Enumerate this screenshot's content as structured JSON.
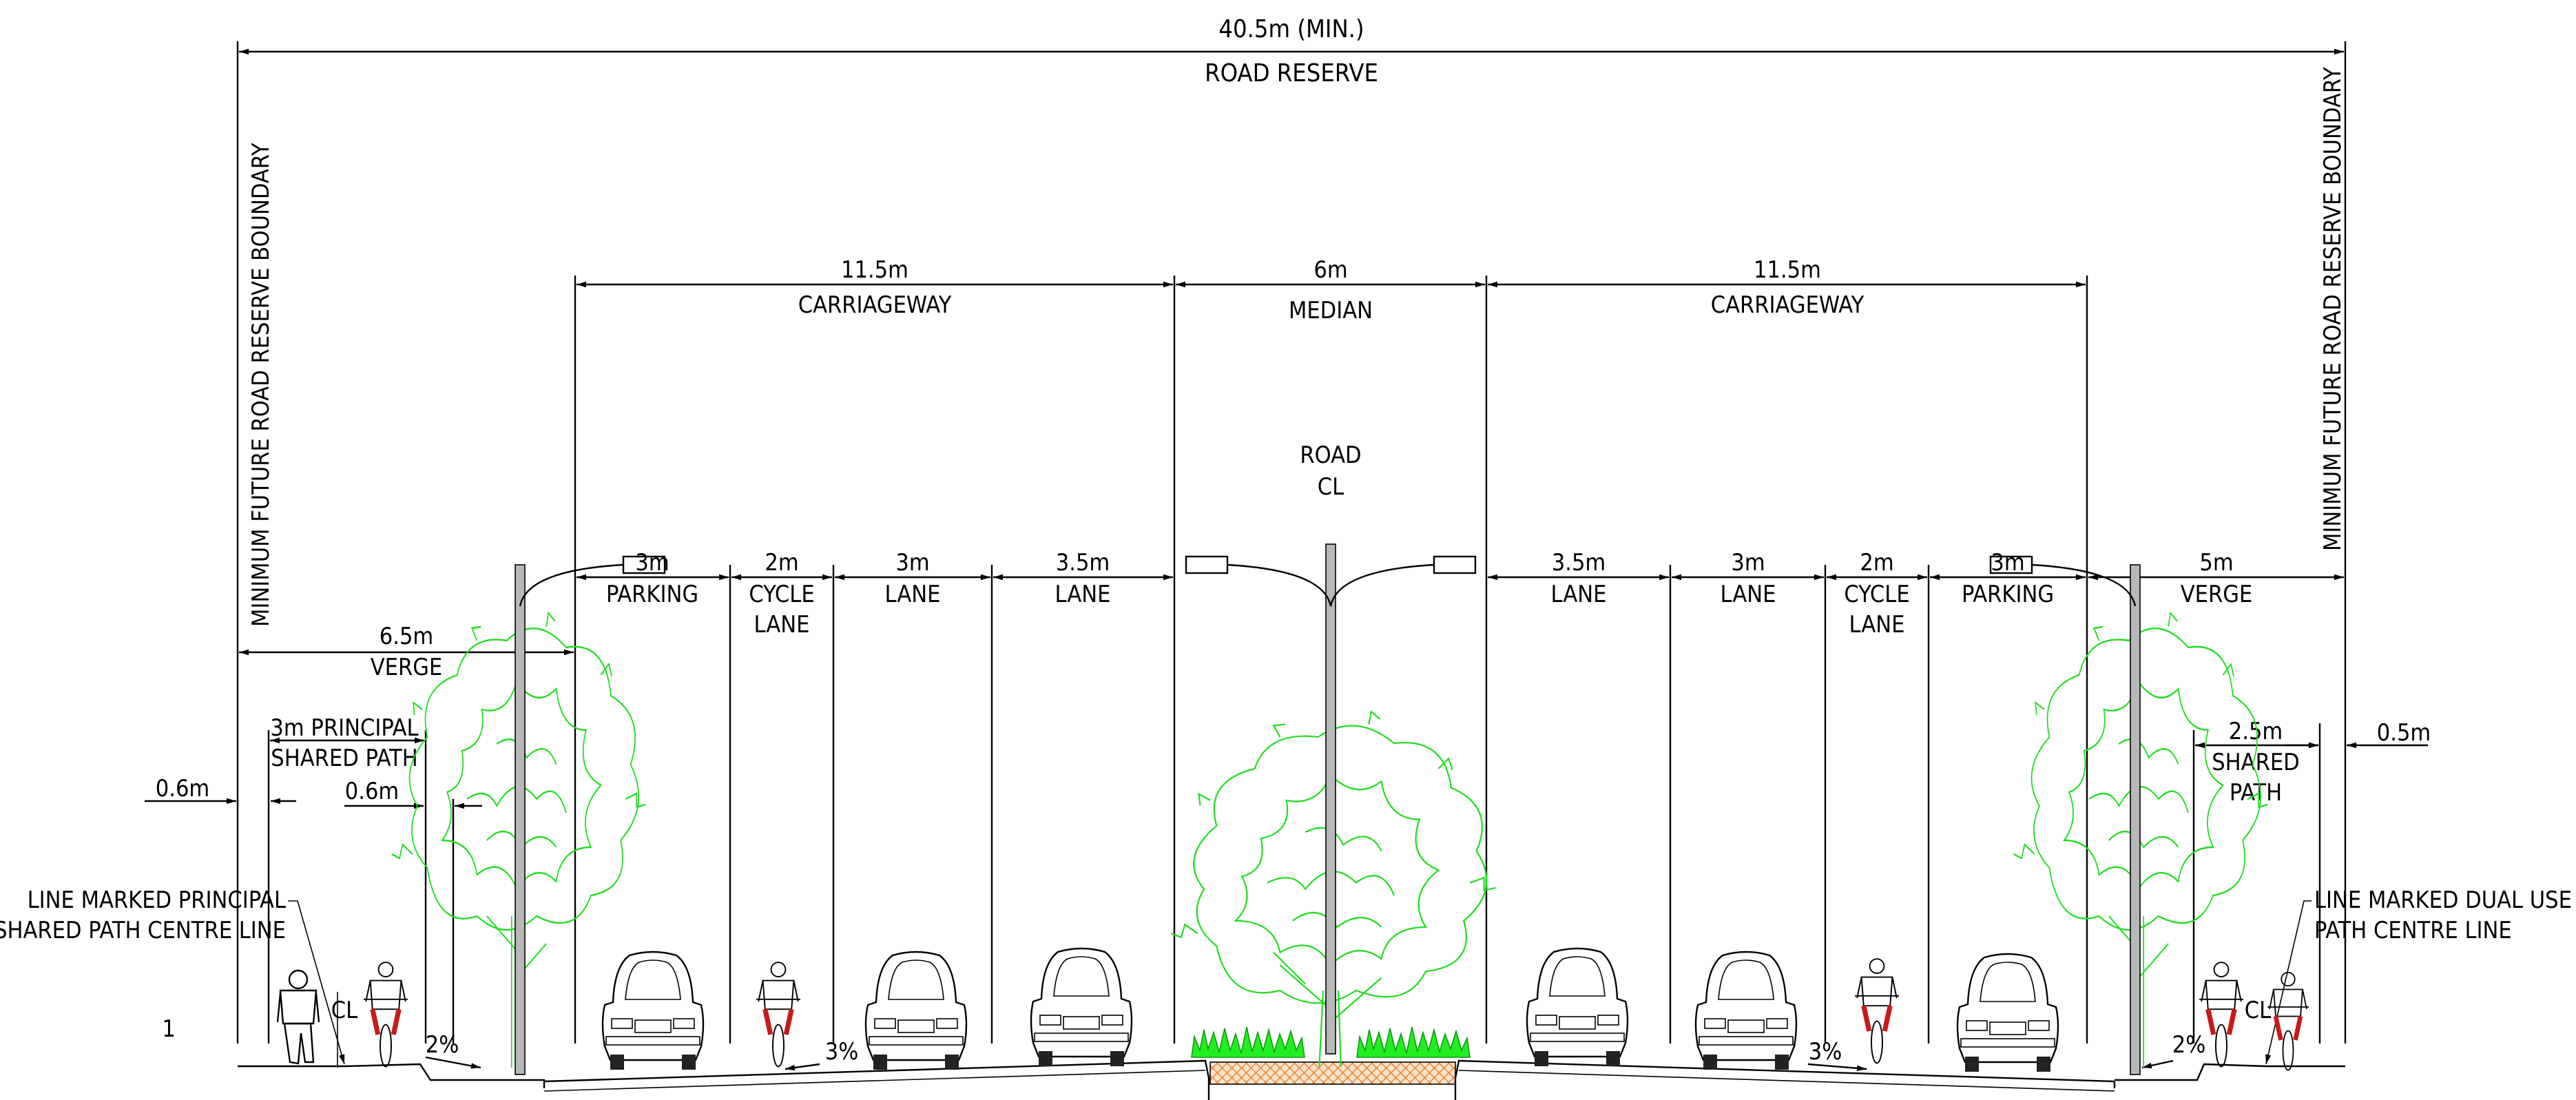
{
  "reserve": {
    "total": "40.5m (MIN.)",
    "label": "ROAD RESERVE",
    "boundary_left": "MINIMUM FUTURE ROAD RESERVE BOUNDARY",
    "boundary_right": "MINIMUM FUTURE ROAD RESERVE BOUNDARY"
  },
  "upper_dims": {
    "left_carriageway": {
      "value": "11.5m",
      "label": "CARRIAGEWAY"
    },
    "median": {
      "value": "6m",
      "label": "MEDIAN"
    },
    "right_carriageway": {
      "value": "11.5m",
      "label": "CARRIAGEWAY"
    }
  },
  "road_cl": [
    "ROAD",
    "CL"
  ],
  "lane_dims_left": [
    {
      "value": "3m",
      "label1": "PARKING",
      "label2": ""
    },
    {
      "value": "2m",
      "label1": "CYCLE",
      "label2": "LANE"
    },
    {
      "value": "3m",
      "label1": "LANE",
      "label2": ""
    },
    {
      "value": "3.5m",
      "label1": "LANE",
      "label2": ""
    }
  ],
  "lane_dims_right": [
    {
      "value": "3.5m",
      "label1": "LANE",
      "label2": ""
    },
    {
      "value": "3m",
      "label1": "LANE",
      "label2": ""
    },
    {
      "value": "2m",
      "label1": "CYCLE",
      "label2": "LANE"
    },
    {
      "value": "3m",
      "label1": "PARKING",
      "label2": ""
    }
  ],
  "left_verge": {
    "width": "6.5m",
    "label": "VERGE",
    "path_width": "3m PRINCIPAL",
    "path_label": "SHARED PATH",
    "offset_outer": "0.6m",
    "offset_inner": "0.6m",
    "path_note": [
      "LINE MARKED PRINCIPAL",
      "SHARED PATH CENTRE LINE"
    ],
    "cl": "CL",
    "slope": "2%"
  },
  "right_verge": {
    "width": "5m",
    "label": "VERGE",
    "path_width": "2.5m",
    "path_label": [
      "SHARED",
      "PATH"
    ],
    "offset": "0.5m",
    "path_note": [
      "LINE MARKED DUAL USE",
      "PATH CENTRE LINE"
    ],
    "cl": "CL",
    "slope": "2%"
  },
  "carriageway_slope_left": "3%",
  "carriageway_slope_right": "3%",
  "corner_label": "1",
  "colors": {
    "line": "#000000",
    "vegetation": "#22dd22",
    "car_blue": "#1a2fd6",
    "car_red": "#e01818",
    "cyclist_magenta": "#ff22ff",
    "cyclist_yellow": "#ffee00",
    "pedestrian": "#22c8e8",
    "median_paving": "#f0a060",
    "pole": "#b8b8b8"
  },
  "icons": [
    "street-light-icon",
    "tree-icon",
    "car-icon",
    "cyclist-icon",
    "pedestrian-icon",
    "shrub-icon",
    "slope-arrow-icon"
  ]
}
